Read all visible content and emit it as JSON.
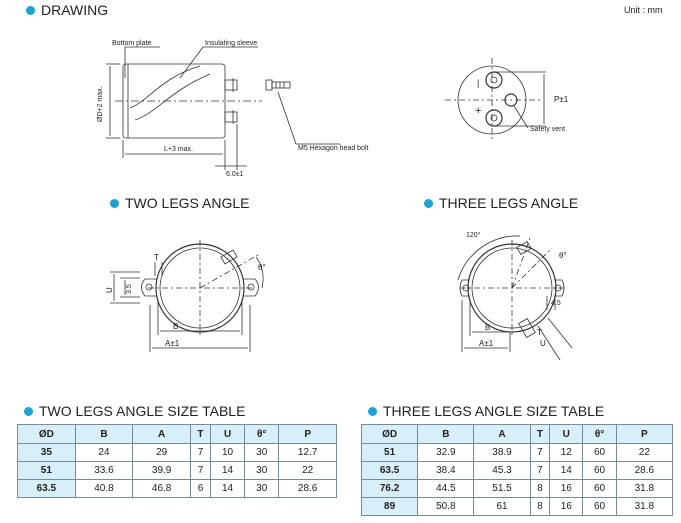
{
  "headings": {
    "drawing": "DRAWING",
    "unit": "Unit : mm",
    "two_legs": "TWO LEGS ANGLE",
    "three_legs": "THREE LEGS ANGLE",
    "two_table": "TWO LEGS ANGLE SIZE TABLE",
    "three_table": "THREE LEGS ANGLE SIZE TABLE"
  },
  "drawing_labels": {
    "bottom_plate": "Bottom plate",
    "insulating_sleeve": "Insulating sleeve",
    "diameter": "ØD+2 max.",
    "length": "L+3 max.",
    "terminal_gap": "6.0±1",
    "bolt": "M5 Hexagon head bolt",
    "pitch": "P±1",
    "safety_vent": "Safety vent",
    "minus": "|",
    "plus": "+"
  },
  "two_legs_labels": {
    "t": "T",
    "u": "U",
    "dim35": "3.5",
    "b": "B",
    "a": "A±1",
    "theta": "θ°"
  },
  "three_legs_labels": {
    "angle": "120°",
    "theta": "θ°",
    "dim45": "4.5",
    "t": "T",
    "u": "U",
    "b": "B",
    "a": "A±1"
  },
  "two_table": {
    "headers": [
      "ØD",
      "B",
      "A",
      "T",
      "U",
      "θ°",
      "P"
    ],
    "rows": [
      [
        "35",
        "24",
        "29",
        "7",
        "10",
        "30",
        "12.7"
      ],
      [
        "51",
        "33.6",
        "39.9",
        "7",
        "14",
        "30",
        "22"
      ],
      [
        "63.5",
        "40.8",
        "46.8",
        "6",
        "14",
        "30",
        "28.6"
      ]
    ]
  },
  "three_table": {
    "headers": [
      "ØD",
      "B",
      "A",
      "T",
      "U",
      "θ°",
      "P"
    ],
    "rows": [
      [
        "51",
        "32.9",
        "38.9",
        "7",
        "12",
        "60",
        "22"
      ],
      [
        "63.5",
        "38.4",
        "45.3",
        "7",
        "14",
        "60",
        "28.6"
      ],
      [
        "76.2",
        "44.5",
        "51.5",
        "8",
        "16",
        "60",
        "31.8"
      ],
      [
        "89",
        "50.8",
        "61",
        "8",
        "16",
        "60",
        "31.8"
      ]
    ]
  }
}
